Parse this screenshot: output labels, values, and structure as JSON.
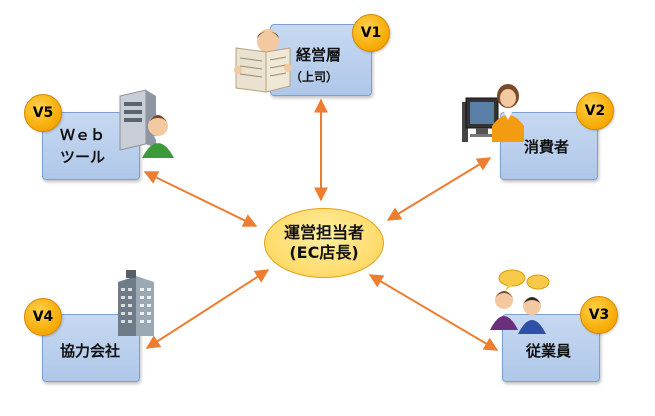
{
  "center": {
    "line1": "運営担当者",
    "line2": "(EC店長)"
  },
  "nodes": {
    "v1": {
      "badge": "V1",
      "label": "経営層",
      "sublabel": "（上司）"
    },
    "v2": {
      "badge": "V2",
      "label": "消費者"
    },
    "v3": {
      "badge": "V3",
      "label": "従業員"
    },
    "v4": {
      "badge": "V4",
      "label": "協力会社"
    },
    "v5": {
      "badge": "V5",
      "label_line1": "Ｗｅｂ",
      "label_line2": "ツール"
    }
  },
  "colors": {
    "box_fill": "#c4d7f1",
    "box_border": "#7f9fd0",
    "badge_fill": "#f6a800",
    "center_fill": "#ffd966",
    "arrow": "#ed7d31"
  }
}
